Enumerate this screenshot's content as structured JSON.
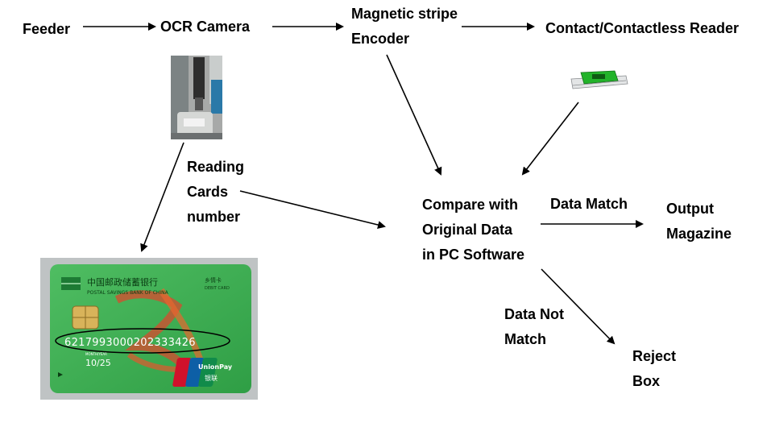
{
  "nodes": {
    "feeder": "Feeder",
    "ocr_camera": "OCR Camera",
    "mag_encoder": [
      "Magnetic stripe",
      "Encoder"
    ],
    "reader": "Contact/Contactless Reader",
    "reading_cards": [
      "Reading",
      "Cards",
      "number"
    ],
    "compare": [
      "Compare with",
      "Original Data",
      "in PC Software"
    ],
    "data_match": "Data Match",
    "output": [
      "Output",
      "Magazine"
    ],
    "data_not_match": [
      "Data Not",
      "Match"
    ],
    "reject": [
      "Reject",
      "Box"
    ]
  },
  "card": {
    "bank_cn": "中国邮政储蓄银行",
    "bank_en": "POSTAL SAVINGS BANK OF CHINA",
    "card_type_cn": "乡情卡",
    "card_type_en": "DEBIT CARD",
    "number": "6217993000202333426",
    "valid_label": "MONTH/YEAR",
    "expiry": "10/25",
    "unionpay_en": "UnionPay",
    "unionpay_cn": "银联"
  },
  "colors": {
    "arrow": "#000000",
    "card_green": "#3fae52",
    "reader_green": "#22b32a"
  }
}
